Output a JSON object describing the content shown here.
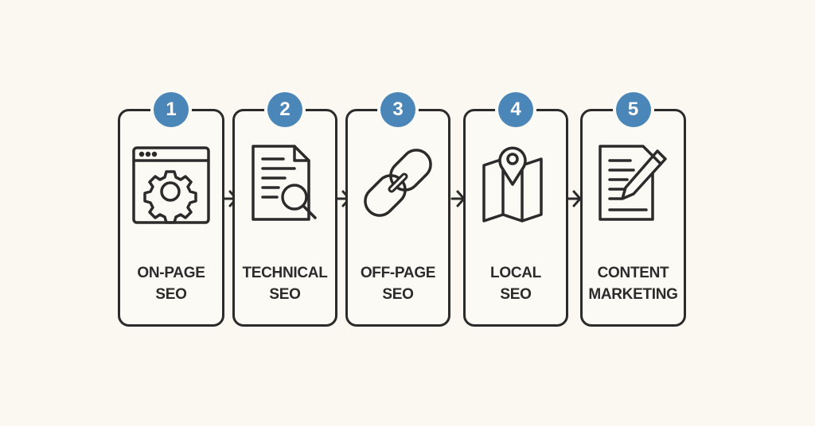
{
  "diagram": {
    "type": "process-flow",
    "colors": {
      "badge": "#4a86b7",
      "stroke": "#2b2b2b",
      "background": "#fbf8f2"
    },
    "steps": [
      {
        "number": "1",
        "line1": "ON-PAGE",
        "line2": "SEO",
        "icon": "browser-gear-icon"
      },
      {
        "number": "2",
        "line1": "TECHNICAL",
        "line2": "SEO",
        "icon": "document-search-icon"
      },
      {
        "number": "3",
        "line1": "OFF-PAGE",
        "line2": "SEO",
        "icon": "chain-link-icon"
      },
      {
        "number": "4",
        "line1": "LOCAL",
        "line2": "SEO",
        "icon": "map-pin-icon"
      },
      {
        "number": "5",
        "line1": "CONTENT",
        "line2": "MARKETING",
        "icon": "document-pencil-icon"
      }
    ]
  }
}
